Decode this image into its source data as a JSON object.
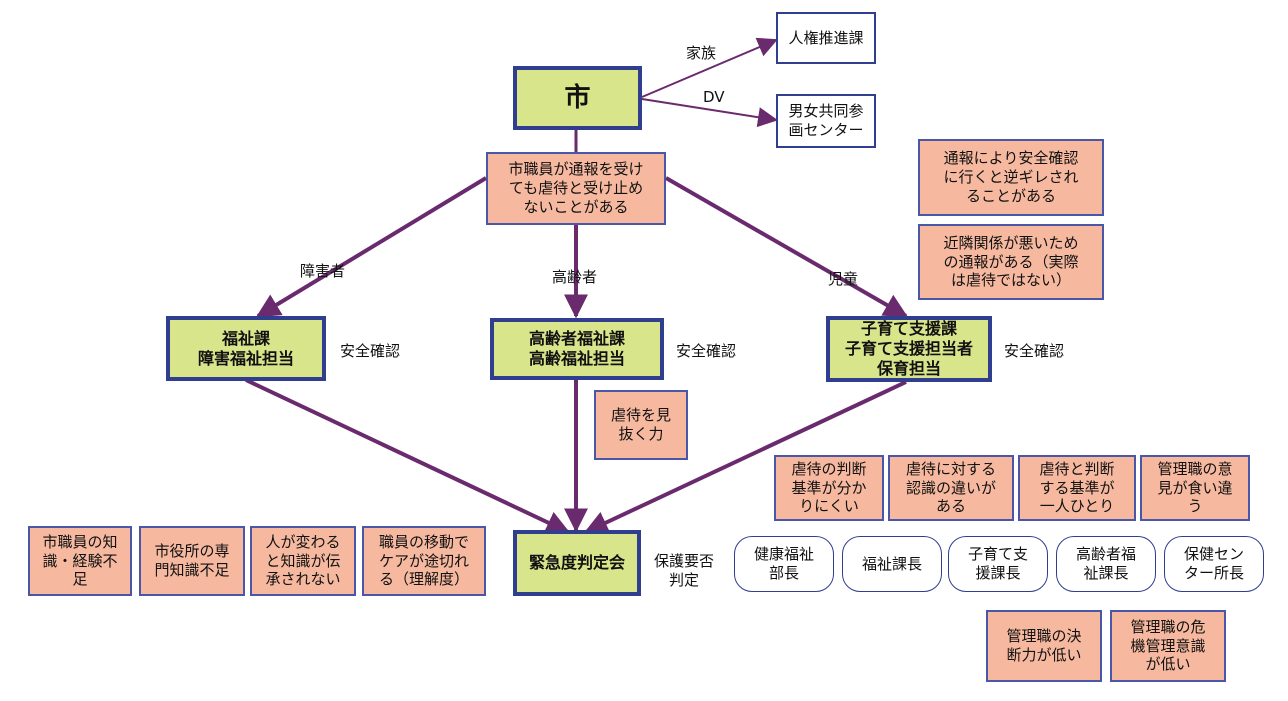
{
  "colors": {
    "arrow": "#6a2a6e",
    "org_fill": "#d9e58a",
    "org_border": "#2f3e8f",
    "note_fill": "#f6b9a0",
    "note_border": "#4a56a8"
  },
  "nodes": {
    "city": "市",
    "human_rights": "人権推進課",
    "gender_center": "男女共同参\n画センター",
    "welfare": "福祉課\n障害福祉担当",
    "elderly": "高齢者福祉課\n高齢福祉担当",
    "child": "子育て支援課\n子育て支援担当者\n保育担当",
    "urgency": "緊急度判定会"
  },
  "edge_labels": {
    "family": "家族",
    "dv": "DV",
    "disabled": "障害者",
    "elderly": "高齢者",
    "child": "児童",
    "safety_1": "安全確認",
    "safety_2": "安全確認",
    "safety_3": "安全確認",
    "protection": "保護要否\n判定"
  },
  "issues": {
    "staff_report": "市職員が通報を受け\nても虐待と受け止め\nないことがある",
    "retaliation": "通報により安全確認\nに行くと逆ギレされ\nることがある",
    "neighbor": "近隣関係が悪いため\nの通報がある（実際\nは虐待ではない）",
    "detect": "虐待を見\n抜く力",
    "criteria_unclear": "虐待の判断\n基準が分か\nりにくい",
    "recognition_diff": "虐待に対する\n認識の違いが\nある",
    "individual_criteria": "虐待と判断\nする基準が\n一人ひとり",
    "manager_disagree": "管理職の意\n見が食い違\nう",
    "knowledge_lack": "市職員の知\n識・経験不\n足",
    "expertise_lack": "市役所の専\n門知識不足",
    "knowledge_transfer": "人が変わる\nと知識が伝\n承されない",
    "staff_transfer": "職員の移動で\nケアが途切れ\nる（理解度）",
    "manager_decision": "管理職の決\n断力が低い",
    "manager_crisis": "管理職の危\n機管理意識\nが低い"
  },
  "members": [
    "健康福祉\n部長",
    "福祉課長",
    "子育て支\n援課長",
    "高齢者福\n祉課長",
    "保健セン\nター所長"
  ]
}
